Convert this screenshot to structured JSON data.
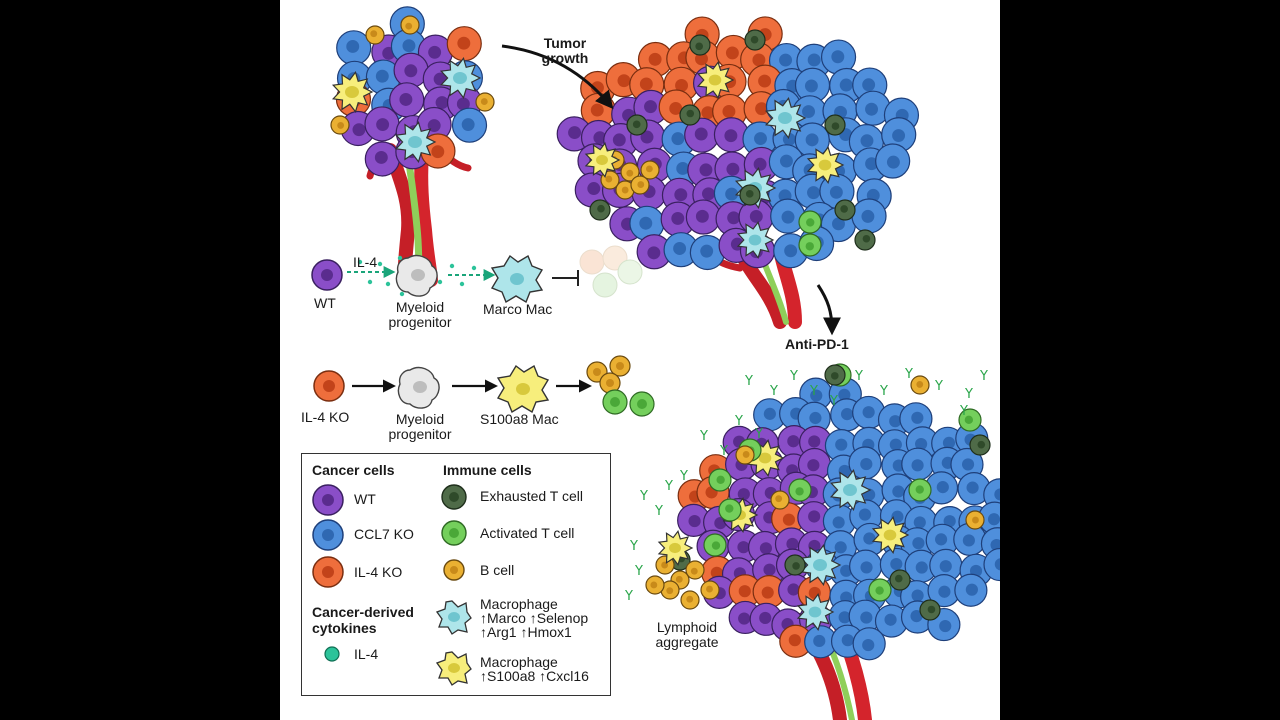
{
  "labels": {
    "tumor_growth": [
      "Tumor",
      "growth"
    ],
    "anti_pd1": "Anti-PD-1",
    "il4": "IL-4",
    "wt": "WT",
    "myeloid_progenitor_top": [
      "Myeloid",
      "progenitor"
    ],
    "marco_mac": "Marco Mac",
    "il4_ko": "IL-4 KO",
    "myeloid_progenitor_bottom": [
      "Myeloid",
      "progenitor"
    ],
    "s100a8_mac": "S100a8 Mac",
    "lymphoid_aggregate": [
      "Lymphoid",
      "aggregate"
    ]
  },
  "legend": {
    "cancer_cells_title": "Cancer cells",
    "cancer_cells": [
      {
        "label": "WT",
        "color": "#8a4ec8"
      },
      {
        "label": "CCL7 KO",
        "color": "#4f8fdc"
      },
      {
        "label": "IL-4 KO",
        "color": "#ee6e3c"
      }
    ],
    "cytokines_title": [
      "Cancer-derived",
      "cytokines"
    ],
    "cytokines": [
      {
        "label": "IL-4",
        "color": "#2cc39a"
      }
    ],
    "immune_title": "Immune cells",
    "immune": [
      {
        "label": "Exhausted T cell",
        "color": "#4f6b48"
      },
      {
        "label": "Activated T cell",
        "color": "#74cf5c"
      },
      {
        "label": "B cell",
        "color": "#eab032"
      },
      {
        "label": [
          "Macrophage",
          "↑Marco ↑Selenop",
          "↑Arg1 ↑Hmox1"
        ],
        "color": "#aee5ea"
      },
      {
        "label": [
          "Macrophage",
          "↑S100a8 ↑Cxcl16"
        ],
        "color": "#f7ee7c"
      }
    ]
  },
  "colors": {
    "wt": "#8a4ec8",
    "ccl7_ko": "#4f8fdc",
    "il4_ko": "#ee6e3c",
    "il4": "#2cc39a",
    "exhausted_t": "#4f6b48",
    "activated_t": "#74cf5c",
    "b_cell": "#eab032",
    "marco_mac": "#aee5ea",
    "s100a8_mac": "#f7ee7c",
    "arrow_green": "#1aa57a",
    "vessel_red": "#d4242c",
    "vessel_green": "#8fcf5a"
  }
}
